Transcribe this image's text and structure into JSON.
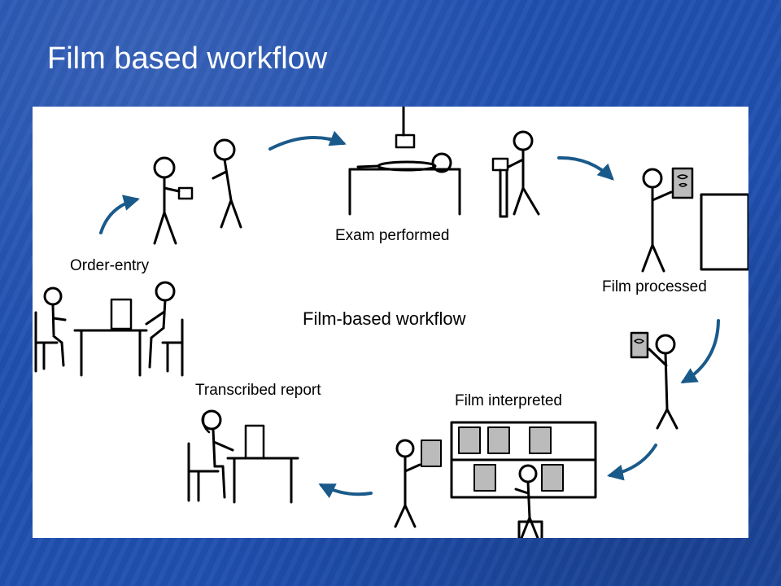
{
  "slide": {
    "title": "Film based workflow",
    "background_color": "#1f4fb0"
  },
  "diagram": {
    "center_label": "Film-based workflow",
    "steps": [
      {
        "label": "Order-entry"
      },
      {
        "label": "Exam performed"
      },
      {
        "label": "Film processed"
      },
      {
        "label": "Film interpreted"
      },
      {
        "label": "Transcribed report"
      }
    ],
    "arrow_color": "#1a5a8a"
  }
}
